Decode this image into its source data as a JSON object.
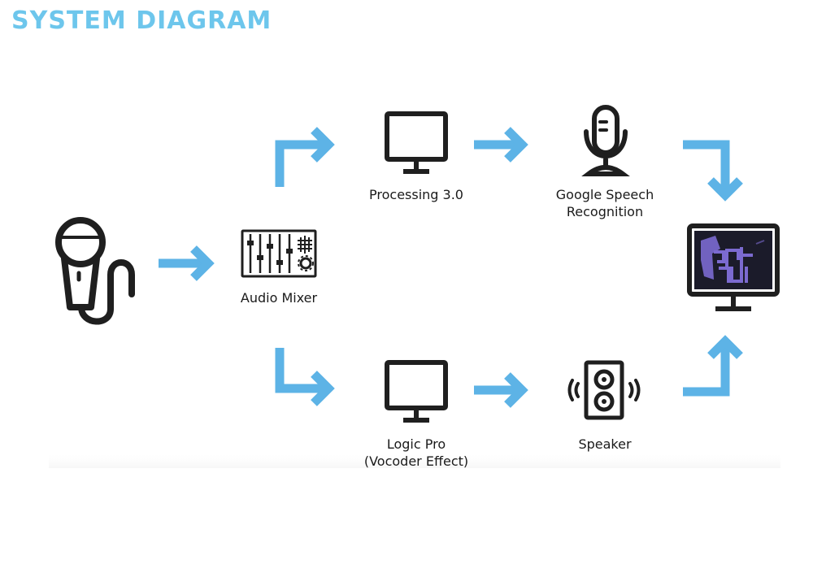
{
  "title": "SYSTEM DIAGRAM",
  "colors": {
    "title": "#6dc6ec",
    "arrow": "#5db3e6",
    "icon": "#1f1f1f",
    "screen_bg": "#1b1b2a",
    "screen_accent": "#7b6ad0"
  },
  "nodes": {
    "microphone": {
      "icon": "handheld-microphone-icon"
    },
    "mixer": {
      "icon": "audio-mixer-icon",
      "label": "Audio Mixer"
    },
    "processing": {
      "icon": "monitor-icon",
      "label": "Processing 3.0"
    },
    "speech": {
      "icon": "studio-microphone-icon",
      "label_line1": "Google Speech",
      "label_line2": "Recognition"
    },
    "logic": {
      "icon": "monitor-icon",
      "label_line1": "Logic Pro",
      "label_line2": "(Vocoder Effect)"
    },
    "speaker": {
      "icon": "speaker-icon",
      "label": "Speaker"
    },
    "display": {
      "icon": "display-monitor-icon"
    }
  },
  "edges": [
    {
      "from": "microphone",
      "to": "mixer"
    },
    {
      "from": "mixer",
      "to": "processing"
    },
    {
      "from": "mixer",
      "to": "logic"
    },
    {
      "from": "processing",
      "to": "speech"
    },
    {
      "from": "logic",
      "to": "speaker"
    },
    {
      "from": "speech",
      "to": "display"
    },
    {
      "from": "speaker",
      "to": "display"
    }
  ]
}
